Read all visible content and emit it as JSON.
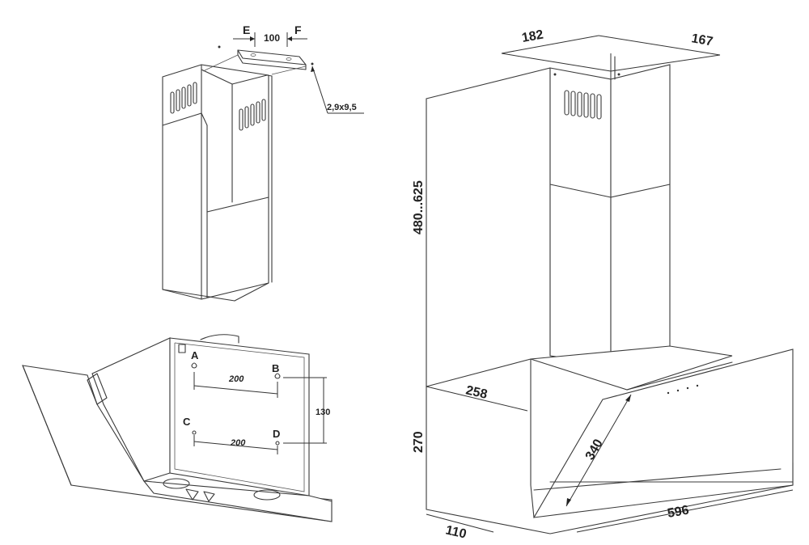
{
  "bracket": {
    "dim_e": "E",
    "dim_f": "F",
    "dim_width": "100",
    "screw_size": "2,9x9,5"
  },
  "mounting": {
    "point_a": "A",
    "point_b": "B",
    "point_c": "C",
    "point_d": "D",
    "dim_ab": "200",
    "dim_cd": "200",
    "dim_bd": "130"
  },
  "hood": {
    "dim_chimney_depth": "182",
    "dim_chimney_width": "167",
    "dim_chimney_height": "480...625",
    "dim_body_depth": "258",
    "dim_body_height": "270",
    "dim_glass_diag": "340",
    "dim_bottom_depth": "110",
    "dim_total_width": "596"
  }
}
